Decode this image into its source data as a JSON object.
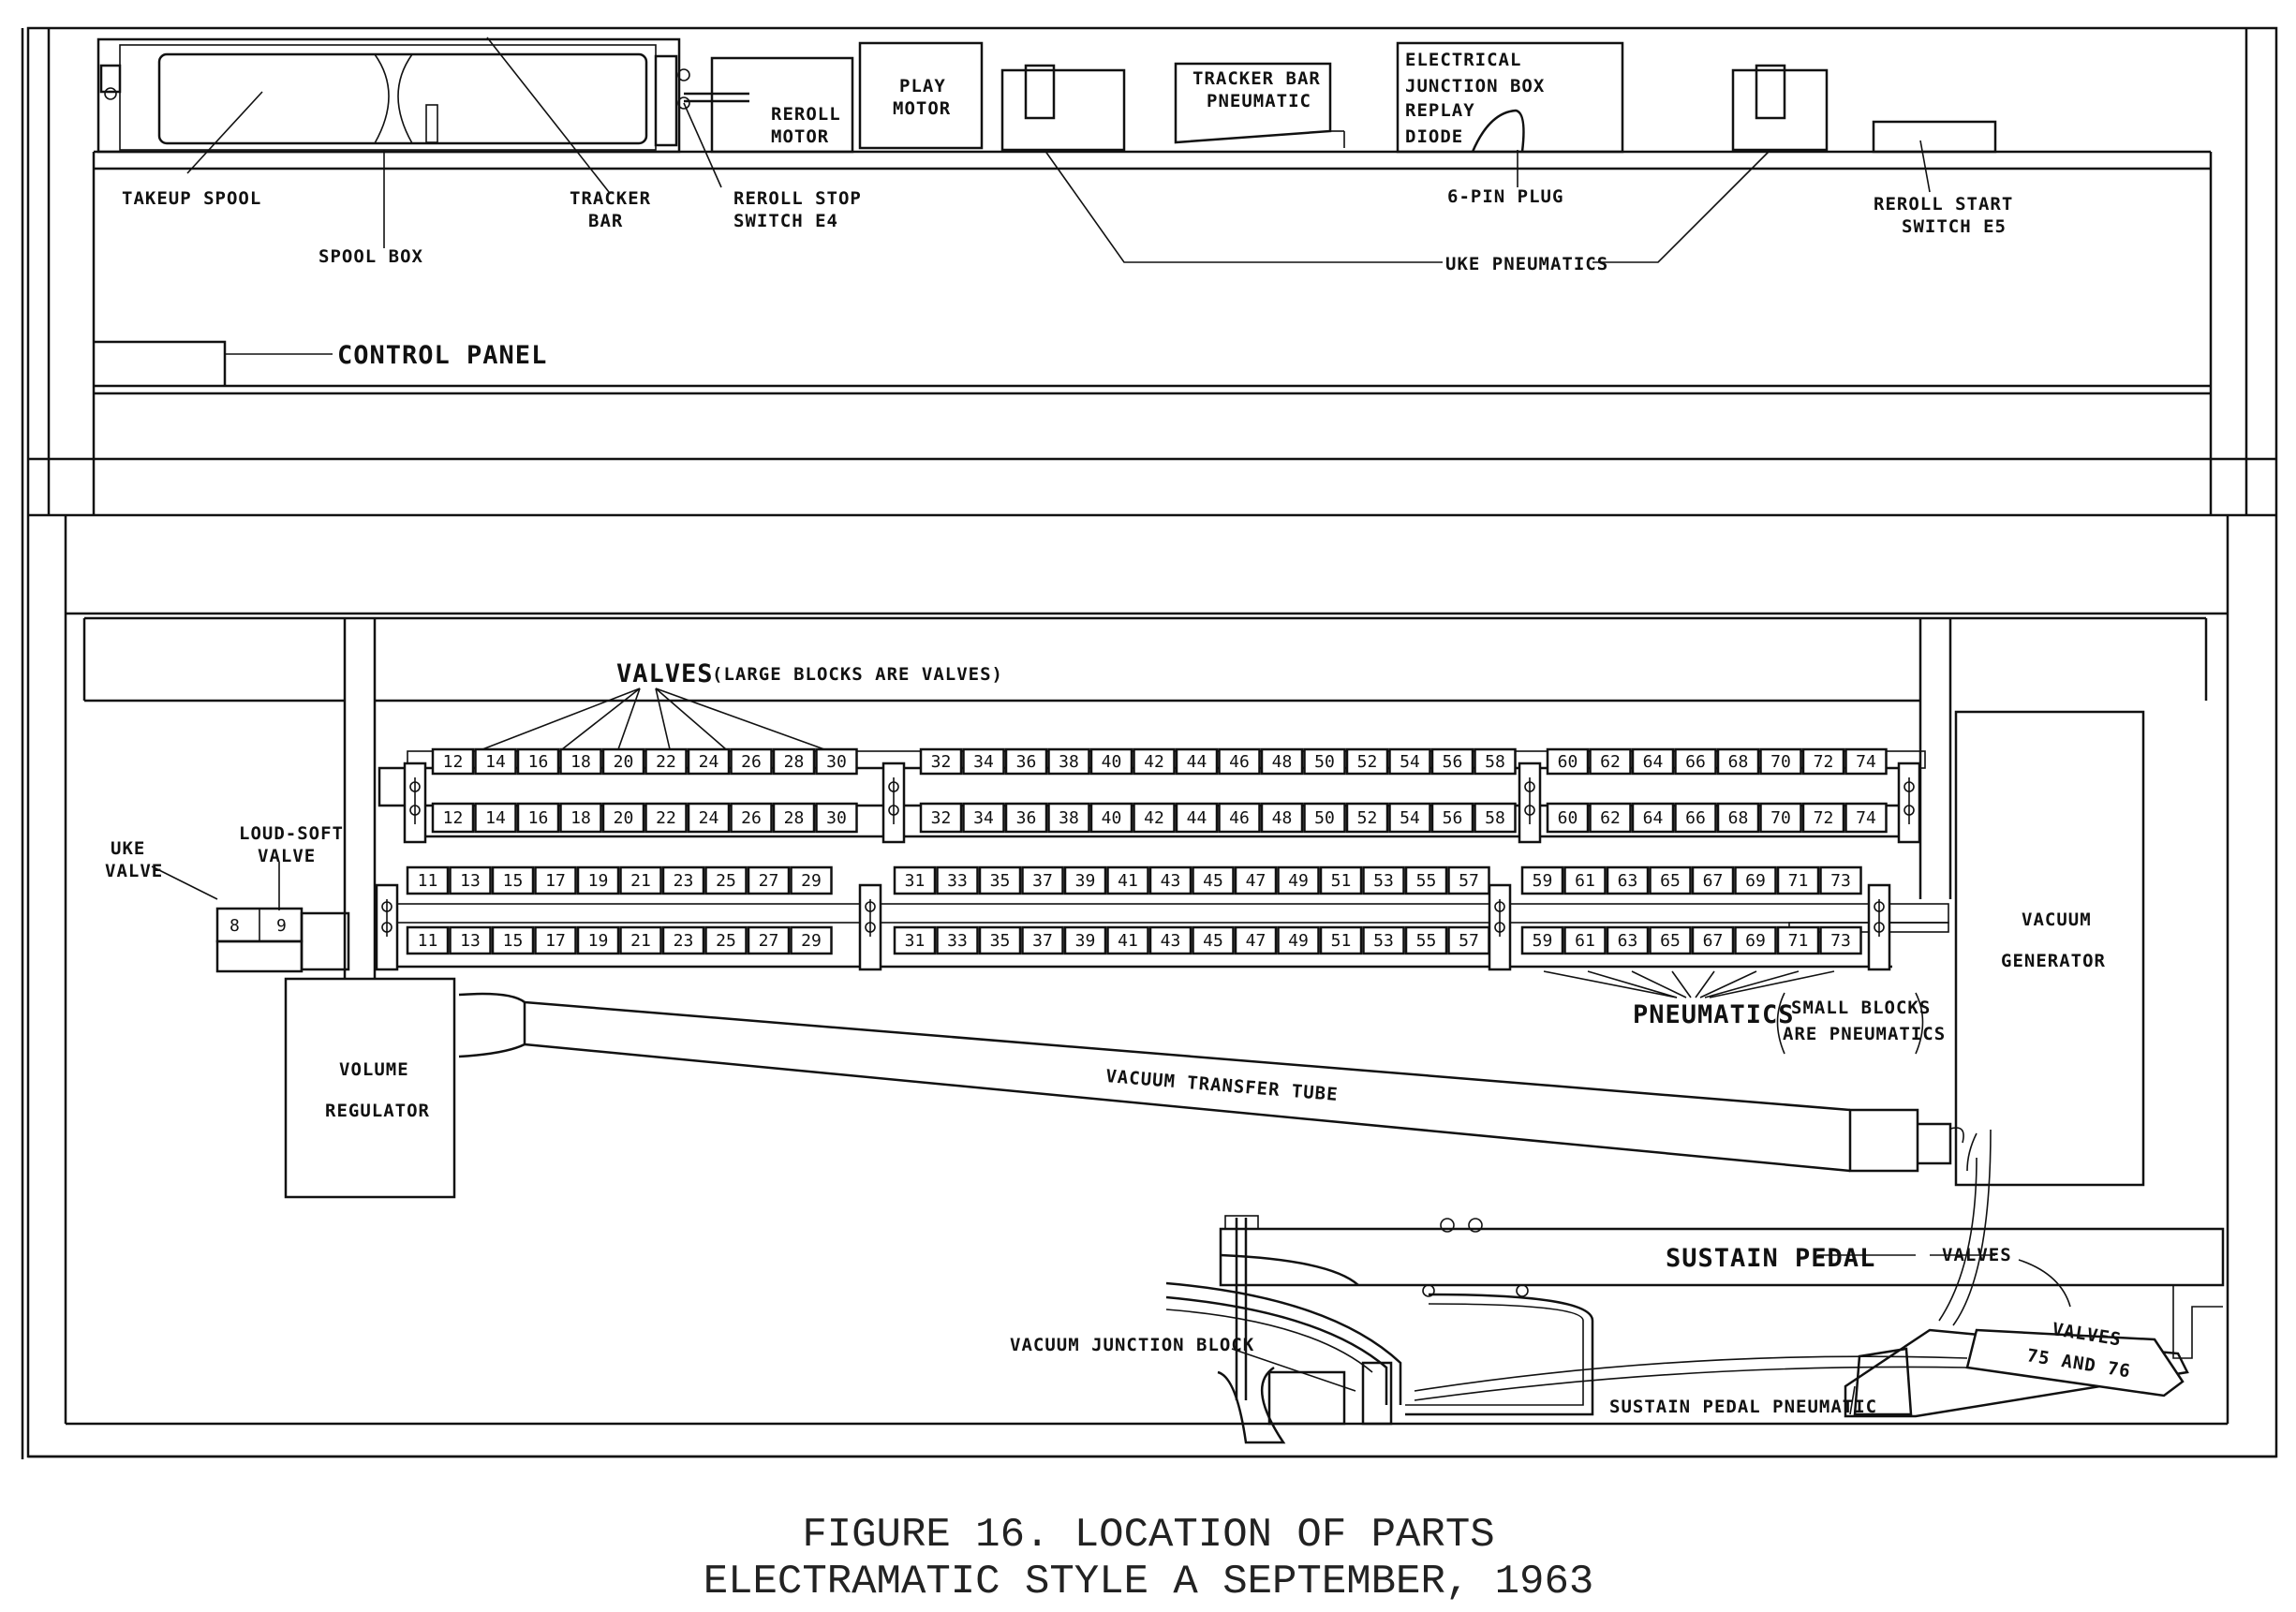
{
  "labels": {
    "takeup_spool": "TAKEUP SPOOL",
    "spool_box": "SPOOL BOX",
    "tracker_bar_1": "TRACKER",
    "tracker_bar_2": "BAR",
    "reroll_stop_1": "REROLL STOP",
    "reroll_stop_2": "SWITCH E4",
    "reroll_motor_1": "REROLL",
    "reroll_motor_2": "MOTOR",
    "play_motor_1": "PLAY",
    "play_motor_2": "MOTOR",
    "tracker_bar_pneumatic_1": "TRACKER BAR",
    "tracker_bar_pneumatic_2": "PNEUMATIC",
    "electrical_1": "ELECTRICAL",
    "electrical_2": "JUNCTION BOX",
    "electrical_3": "REPLAY",
    "electrical_4": "DIODE",
    "six_pin_plug": "6-PIN PLUG",
    "uke_pneumatics": "UKE PNEUMATICS",
    "reroll_start_1": "REROLL START",
    "reroll_start_2": "SWITCH E5",
    "control_panel": "CONTROL PANEL",
    "valves": "VALVES",
    "valves_note": "(LARGE BLOCKS ARE VALVES)",
    "uke_valve_1": "UKE",
    "uke_valve_2": "VALVE",
    "loud_soft_1": "LOUD-SOFT",
    "loud_soft_2": "VALVE",
    "uke_block_8": "8",
    "uke_block_9": "9",
    "pneumatics": "PNEUMATICS",
    "pneumatics_note_1": "SMALL BLOCKS",
    "pneumatics_note_2": "ARE PNEUMATICS",
    "vacuum_generator_1": "VACUUM",
    "vacuum_generator_2": "GENERATOR",
    "volume_regulator_1": "VOLUME",
    "volume_regulator_2": "REGULATOR",
    "vacuum_transfer_tube": "VACUUM TRANSFER TUBE",
    "sustain_pedal": "SUSTAIN PEDAL",
    "sustain_valves": "VALVES",
    "valves_75_76_1": "VALVES",
    "valves_75_76_2": "75 AND 76",
    "vacuum_junction_block": "VACUUM JUNCTION BLOCK",
    "sustain_pedal_pneumatic": "SUSTAIN PEDAL PNEUMATIC"
  },
  "upper_valve_groups": [
    [
      "12",
      "14",
      "16",
      "18",
      "20",
      "22",
      "24",
      "26",
      "28",
      "30"
    ],
    [
      "32",
      "34",
      "36",
      "38",
      "40",
      "42",
      "44",
      "46",
      "48",
      "50",
      "52",
      "54",
      "56",
      "58"
    ],
    [
      "60",
      "62",
      "64",
      "66",
      "68",
      "70",
      "72",
      "74"
    ]
  ],
  "lower_valve_groups": [
    [
      "11",
      "13",
      "15",
      "17",
      "19",
      "21",
      "23",
      "25",
      "27",
      "29"
    ],
    [
      "31",
      "33",
      "35",
      "37",
      "39",
      "41",
      "43",
      "45",
      "47",
      "49",
      "51",
      "53",
      "55",
      "57"
    ],
    [
      "59",
      "61",
      "63",
      "65",
      "67",
      "69",
      "71",
      "73"
    ]
  ],
  "caption": {
    "line1": "FIGURE 16.  LOCATION OF PARTS",
    "line2": "ELECTRAMATIC STYLE A  SEPTEMBER, 1963"
  }
}
